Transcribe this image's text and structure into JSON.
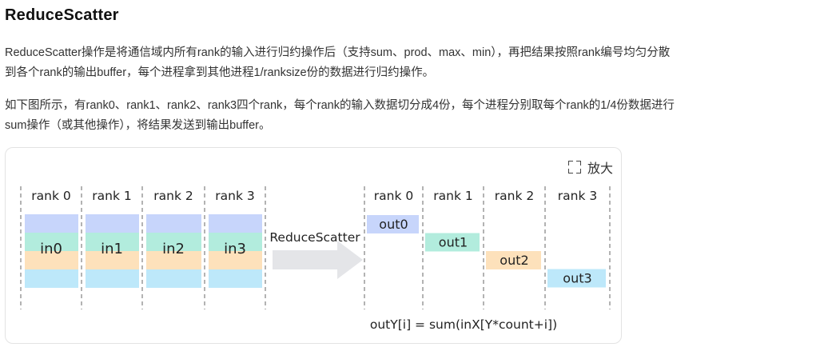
{
  "heading": "ReduceScatter",
  "paragraphs": [
    {
      "line1": "ReduceScatter操作是将通信域内所有rank的输入进行归约操作后（支持sum、prod、max、min），再把结果按照rank编号均匀分散",
      "line2": "到各个rank的输出buffer，每个进程拿到其他进程1/ranksize份的数据进行归约操作。"
    },
    {
      "line1": "如下图所示，有rank0、rank1、rank2、rank3四个rank，每个rank的输入数据切分成4份，每个进程分别取每个rank的1/4份数据进行",
      "line2": "sum操作（或其他操作），将结果发送到输出buffer。"
    }
  ],
  "figure": {
    "zoom_label": "放大",
    "zoom_icon": "expand-icon",
    "input_ranks": [
      "rank 0",
      "rank 1",
      "rank 2",
      "rank 3"
    ],
    "input_labels": [
      "in0",
      "in1",
      "in2",
      "in3"
    ],
    "operation_label": "ReduceScatter",
    "output_ranks": [
      "rank 0",
      "rank 1",
      "rank 2",
      "rank 3"
    ],
    "output_labels": [
      "out0",
      "out1",
      "out2",
      "out3"
    ],
    "formula": "outY[i] = sum(inX[Y*count+i])",
    "chunk_colors": [
      "#c7d5fb",
      "#b2ecdd",
      "#fde1bb",
      "#bde8fa"
    ],
    "arrow_color": "#e4e5e8",
    "divider_color": "#8a8a8a"
  }
}
